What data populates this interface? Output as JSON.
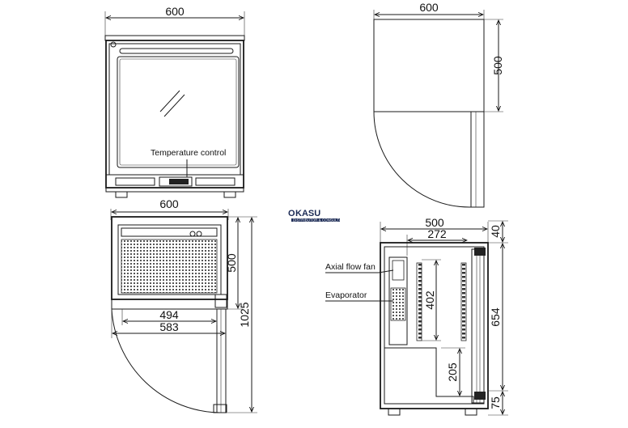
{
  "brand": {
    "logo_text": "KASU",
    "logo_prefix": "O",
    "logo_tagline": "DISTRIBUTOR & CONSULTANT"
  },
  "front_view": {
    "width_dim": "600",
    "callout_temperature": "Temperature control"
  },
  "side_view_top": {
    "width_dim": "600",
    "height_dim": "500"
  },
  "plan_view": {
    "width_dim": "600",
    "depth_dim": "500",
    "depth_open_dim": "1025",
    "inner_width_dim": "494",
    "outer_width_dim": "583"
  },
  "section_view": {
    "depth_dim": "500",
    "inner_depth_dim": "272",
    "top_dim": "40",
    "shelf_height_dim": "402",
    "total_height_dim": "654",
    "lower_dim": "205",
    "foot_dim": "75",
    "callout_fan": "Axial flow fan",
    "callout_evaporator": "Evaporator"
  },
  "colors": {
    "line": "#1a1a1a",
    "logo": "#1b2a55"
  }
}
